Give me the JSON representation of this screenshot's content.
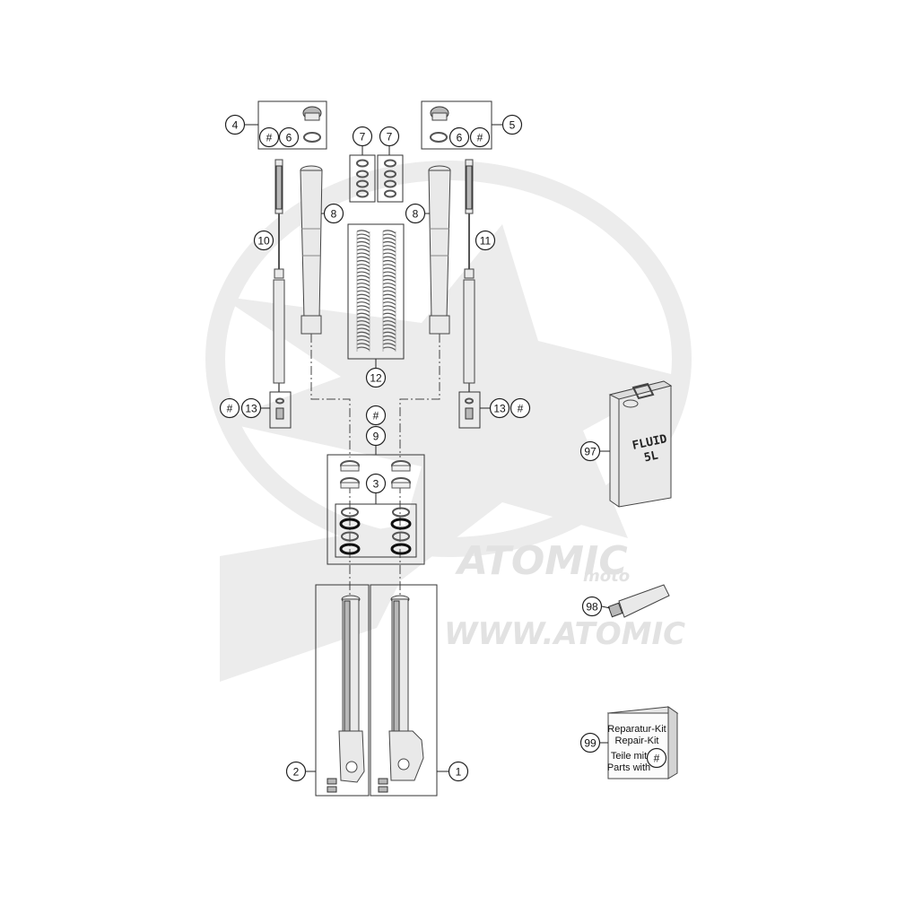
{
  "watermark": {
    "brand": "ATOMIC",
    "sub": "moto",
    "url": "WWW.ATOMIC"
  },
  "callouts": [
    {
      "id": "c4",
      "label": "4"
    },
    {
      "id": "c5",
      "label": "5"
    },
    {
      "id": "c6a",
      "label": "6"
    },
    {
      "id": "c6b",
      "label": "6"
    },
    {
      "id": "h4",
      "label": "#"
    },
    {
      "id": "h5",
      "label": "#"
    },
    {
      "id": "c7a",
      "label": "7"
    },
    {
      "id": "c7b",
      "label": "7"
    },
    {
      "id": "c8a",
      "label": "8"
    },
    {
      "id": "c8b",
      "label": "8"
    },
    {
      "id": "c10",
      "label": "10"
    },
    {
      "id": "c11",
      "label": "11"
    },
    {
      "id": "c12",
      "label": "12"
    },
    {
      "id": "c13a",
      "label": "13"
    },
    {
      "id": "c13b",
      "label": "13"
    },
    {
      "id": "h13a",
      "label": "#"
    },
    {
      "id": "h13b",
      "label": "#"
    },
    {
      "id": "h9",
      "label": "#"
    },
    {
      "id": "c9",
      "label": "9"
    },
    {
      "id": "c3",
      "label": "3"
    },
    {
      "id": "c97",
      "label": "97"
    },
    {
      "id": "c98",
      "label": "98"
    },
    {
      "id": "c99",
      "label": "99"
    },
    {
      "id": "c2",
      "label": "2"
    },
    {
      "id": "c1",
      "label": "1"
    },
    {
      "id": "h99",
      "label": "#"
    }
  ],
  "fluid_can": {
    "line1": "FLUID",
    "line2": "5L"
  },
  "repair_kit": {
    "line1": "Reparatur-Kit",
    "line2": "Repair-Kit",
    "line3": "Teile mit",
    "line4": "Parts with"
  }
}
